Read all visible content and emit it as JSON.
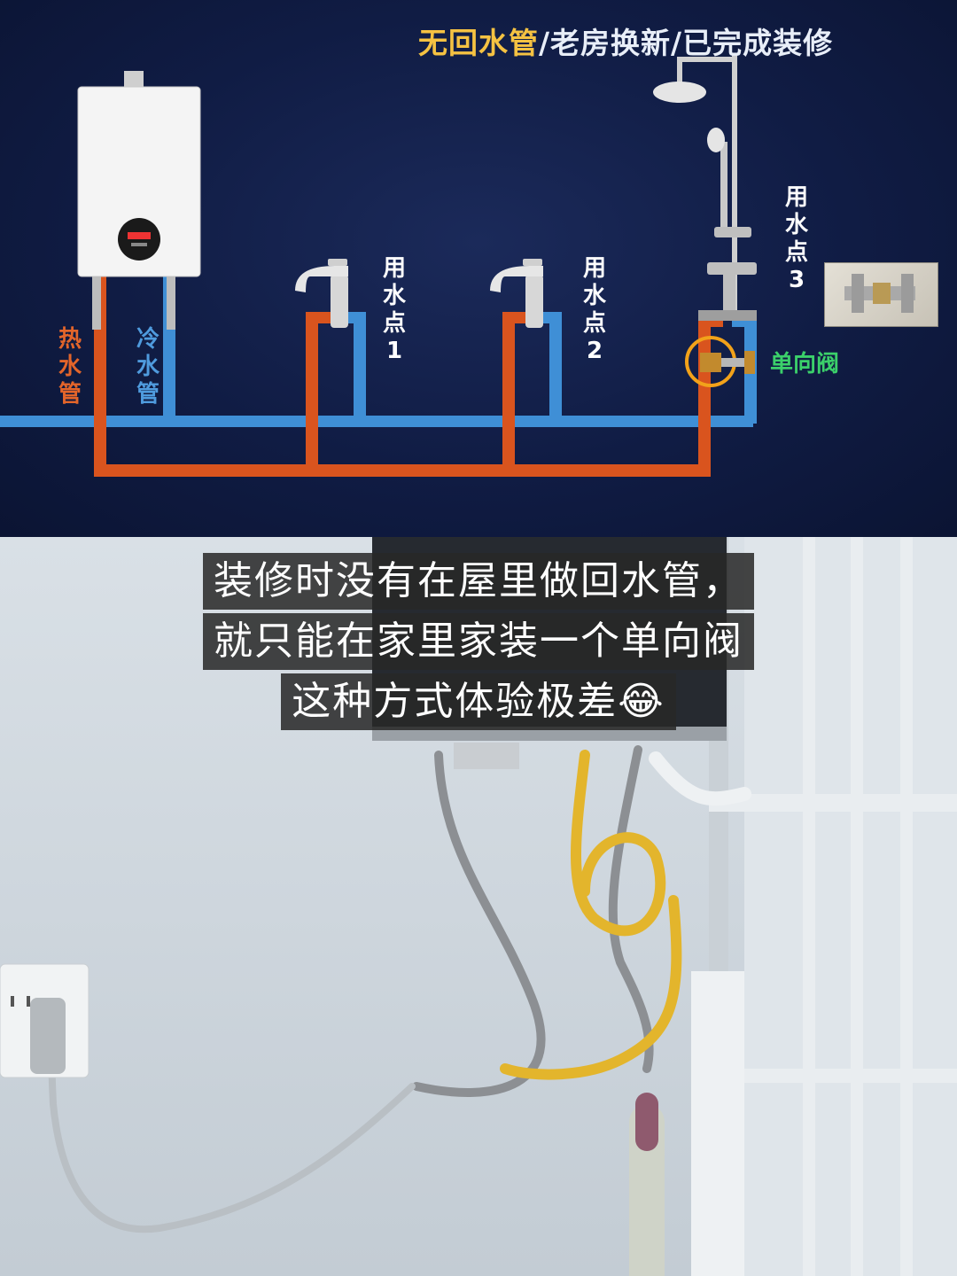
{
  "diagram": {
    "subtitle_highlight": "无回水管",
    "subtitle_rest": "/老房换新/已完成装修",
    "hot_pipe_label": "热水管",
    "cold_pipe_label": "冷水管",
    "point1_label": "用水点1",
    "point2_label": "用水点2",
    "point3_label": "用水点3",
    "check_valve_label": "单向阀",
    "colors": {
      "background": "#0f1a3a",
      "hot_pipe": "#d9541e",
      "cold_pipe": "#3f8fd6",
      "highlight_text": "#f5c242",
      "valve_text": "#3bd06a",
      "valve_ring": "#f2a21a"
    }
  },
  "photo": {
    "caption_lines": [
      "装修时没有在屋里做回水管，",
      "就只能在家里家装一个单向阀",
      "这种方式体验极差😂"
    ]
  }
}
